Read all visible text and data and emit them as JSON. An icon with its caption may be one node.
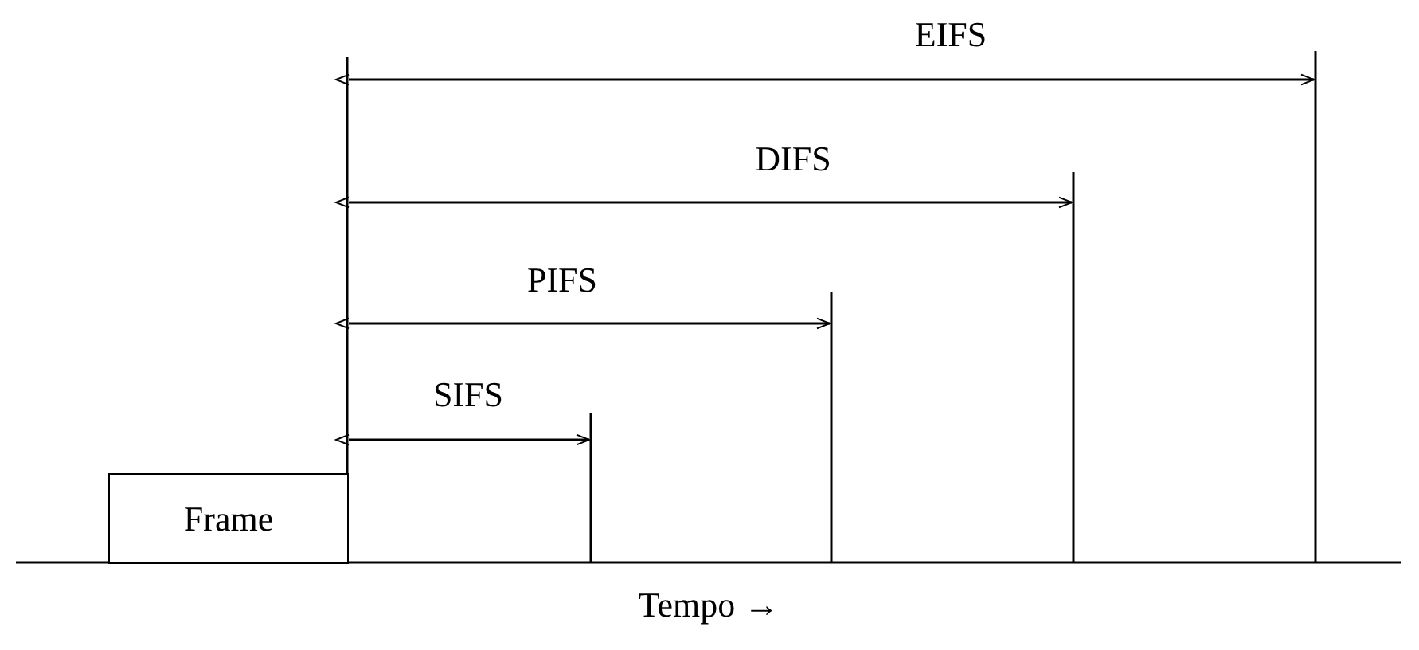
{
  "diagram": {
    "nodes": [
      {
        "text": [
          "Frame"
        ]
      }
    ],
    "labels": [
      "EIFS",
      "DIFS",
      "PIFS",
      "SIFS",
      "Tempo →"
    ]
  }
}
